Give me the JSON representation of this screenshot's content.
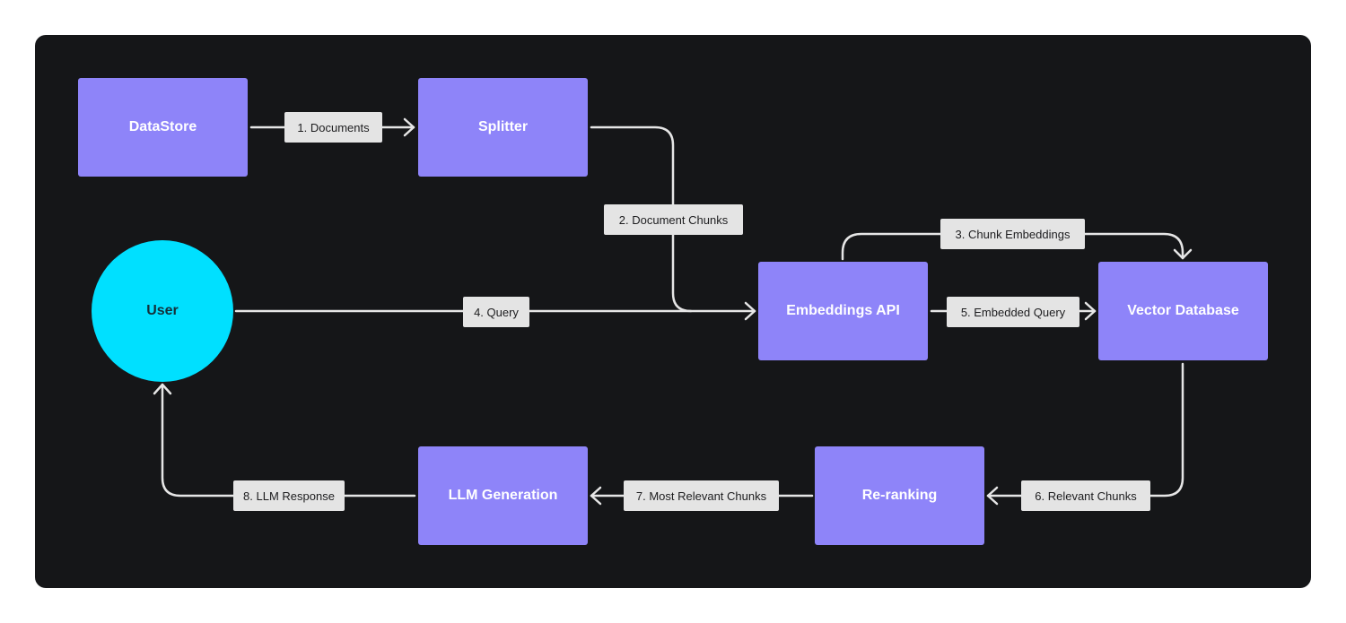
{
  "nodes": {
    "datastore": "DataStore",
    "splitter": "Splitter",
    "user": "User",
    "embeddings_api": "Embeddings API",
    "vector_database": "Vector Database",
    "re_ranking": "Re-ranking",
    "llm_generation": "LLM Generation"
  },
  "edges": {
    "documents": "1. Documents",
    "document_chunks": "2. Document Chunks",
    "chunk_embeddings": "3. Chunk Embeddings",
    "query": "4. Query",
    "embedded_query": "5. Embedded Query",
    "relevant_chunks": "6. Relevant Chunks",
    "most_relevant_chunks": "7. Most Relevant Chunks",
    "llm_response": "8. LLM Response"
  },
  "colors": {
    "background": "#151618",
    "box": "#8e84f9",
    "user_circle": "#00e0ff",
    "label_bg": "#e4e4e4",
    "wire": "#e6e6e6"
  }
}
